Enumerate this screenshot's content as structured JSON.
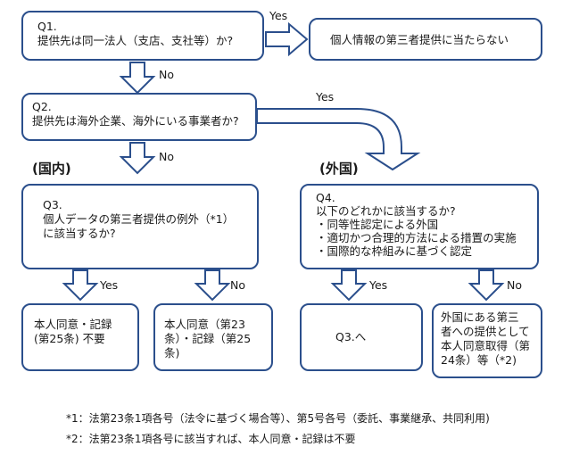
{
  "q1": {
    "num": "Q1.",
    "text": "提供先は同一法人（支店、支社等）か?"
  },
  "q1_yes": {
    "label": "Yes",
    "result": "個人情報の第三者提供に当たらない"
  },
  "q1_no": "No",
  "q2": {
    "num": "Q2.",
    "text": "提供先は海外企業、海外にいる事業者か?"
  },
  "q2_yes": "Yes",
  "q2_no": "No",
  "domestic": "(国内)",
  "foreign": "(外国)",
  "q3": {
    "num": "Q3.",
    "line1": "個人データの第三者提供の例外（*1）",
    "line2": "に該当するか?"
  },
  "q3_yes": {
    "label": "Yes",
    "result_l1": "本人同意・記録",
    "result_l2": "(第25条) 不要"
  },
  "q3_no": {
    "label": "No",
    "result_l1": "本人同意（第23",
    "result_l2": "条）・記録（第25",
    "result_l3": "条)"
  },
  "q4": {
    "num": "Q4.",
    "line1": "以下のどれかに該当するか?",
    "items": [
      "・同等性認定による外国",
      "・適切かつ合理的方法による措置の実施",
      "・国際的な枠組みに基づく認定"
    ]
  },
  "q4_yes": {
    "label": "Yes",
    "result": "Q3.へ"
  },
  "q4_no": {
    "label": "No",
    "result_l1": "外国にある第三",
    "result_l2": "者への提供として",
    "result_l3": "本人同意取得（第",
    "result_l4": "24条）等（*2)"
  },
  "footnotes": {
    "n1": "*1：法第23条1項各号（法令に基づく場合等）、第5号各号（委託、事業継承、共同利用)",
    "n2": "*2：法第23条1項各号に該当すれば、本人同意・記録は不要"
  },
  "colors": {
    "border": "#2b4f8c"
  }
}
